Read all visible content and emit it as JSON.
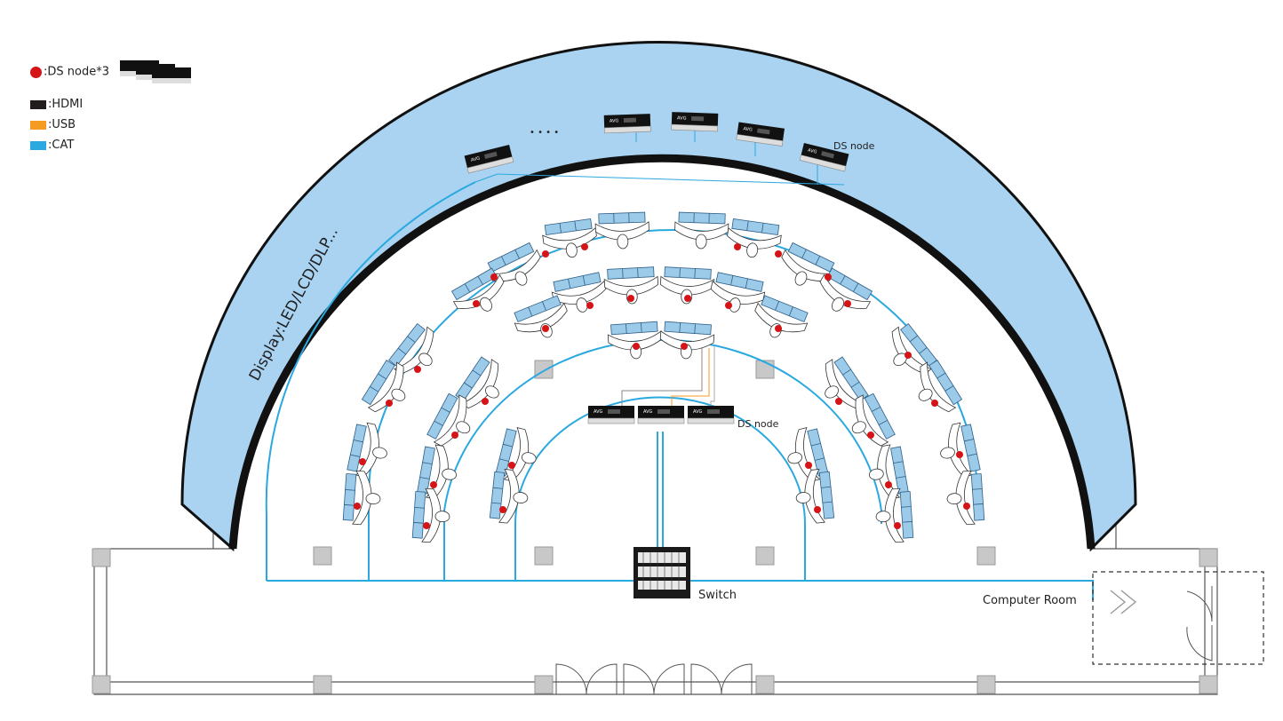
{
  "legend": {
    "ds_node": ":DS node*3",
    "hdmi": ":HDMI",
    "usb": ":USB",
    "cat": ":CAT"
  },
  "colors": {
    "ds_node_dot": "#d51418",
    "hdmi": "#231c1c",
    "usb": "#f59a23",
    "cat": "#2aa8e0",
    "display_band": "#a9d3f1",
    "monitor": "#9ccbea",
    "wall": "#555555"
  },
  "diagram": {
    "display_label": "Display:LED/LCD/DLP...",
    "ds_node_top_label": "DS node",
    "ds_node_center_label": "DS node",
    "ellipsis": "• • • •",
    "switch_label": "Switch",
    "computer_room_label": "Computer Room"
  },
  "icons": {
    "ds_node_device": "kvm-extender-icon",
    "switch": "network-switch-icon",
    "workstation": "console-desk-icon",
    "pillar": "pillar-square-icon",
    "door": "door-icon",
    "chevron": "chevron-right-icon"
  }
}
